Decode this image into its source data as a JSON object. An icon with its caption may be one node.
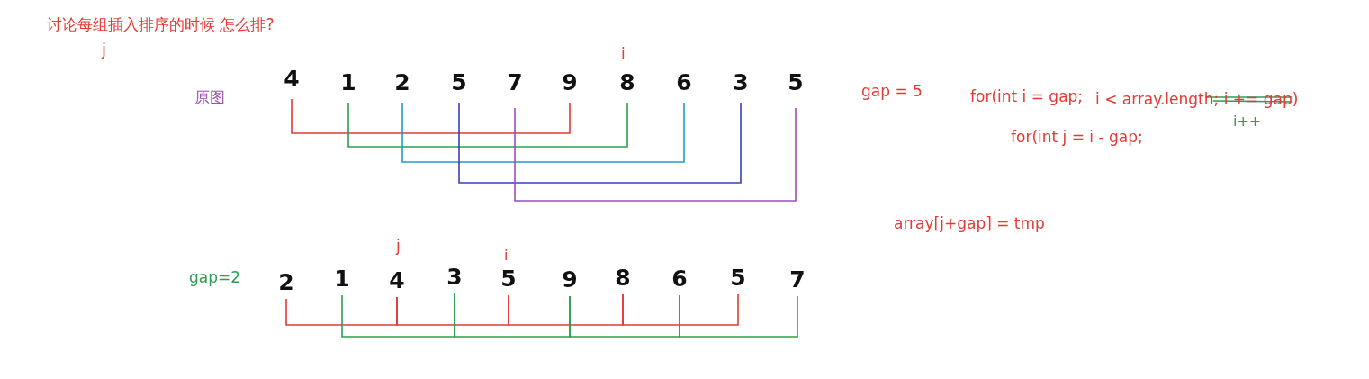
{
  "diagram": {
    "title": "讨论每组插入排序的时候 怎么排?",
    "nodes": [
      {
        "text": [
          "4"
        ]
      },
      {
        "text": [
          "1"
        ]
      },
      {
        "text": [
          "2"
        ]
      },
      {
        "text": [
          "5"
        ]
      },
      {
        "text": [
          "7"
        ]
      },
      {
        "text": [
          "9"
        ]
      },
      {
        "text": [
          "8"
        ]
      },
      {
        "text": [
          "6"
        ]
      },
      {
        "text": [
          "3"
        ]
      },
      {
        "text": [
          "5"
        ]
      },
      {
        "text": [
          "2"
        ]
      },
      {
        "text": [
          "1"
        ]
      },
      {
        "text": [
          "4"
        ]
      },
      {
        "text": [
          "3"
        ]
      },
      {
        "text": [
          "5"
        ]
      },
      {
        "text": [
          "9"
        ]
      },
      {
        "text": [
          "8"
        ]
      },
      {
        "text": [
          "6"
        ]
      },
      {
        "text": [
          "5"
        ]
      },
      {
        "text": [
          "7"
        ]
      }
    ],
    "edges": [
      {
        "from": 0,
        "to": 5,
        "arrow": "none",
        "color": "#e53935"
      },
      {
        "from": 1,
        "to": 6,
        "arrow": "none",
        "color": "#2e9e4f"
      },
      {
        "from": 2,
        "to": 7,
        "arrow": "none",
        "color": "#1e9ad6"
      },
      {
        "from": 3,
        "to": 8,
        "arrow": "none",
        "color": "#3b3fbf"
      },
      {
        "from": 4,
        "to": 9,
        "arrow": "none",
        "color": "#9b4fb5"
      },
      {
        "from": 10,
        "to": 12,
        "arrow": "none",
        "color": "#e53935"
      },
      {
        "from": 12,
        "to": 14,
        "arrow": "none",
        "color": "#e53935"
      },
      {
        "from": 14,
        "to": 16,
        "arrow": "none",
        "color": "#e53935"
      },
      {
        "from": 16,
        "to": 18,
        "arrow": "none",
        "color": "#e53935"
      },
      {
        "from": 11,
        "to": 13,
        "arrow": "none",
        "color": "#2e9e4f"
      },
      {
        "from": 13,
        "to": 15,
        "arrow": "none",
        "color": "#2e9e4f"
      },
      {
        "from": 15,
        "to": 17,
        "arrow": "none",
        "color": "#2e9e4f"
      },
      {
        "from": 17,
        "to": 19,
        "arrow": "none",
        "color": "#2e9e4f"
      }
    ],
    "labels": [
      "j",
      "i",
      "原图",
      "gap = 5",
      "for(int i = gap;",
      "i < array.length; i += gap)",
      "i++",
      "for(int j = i - gap;",
      "array[j+gap] = tmp",
      "j",
      "i",
      "gap=2"
    ]
  }
}
